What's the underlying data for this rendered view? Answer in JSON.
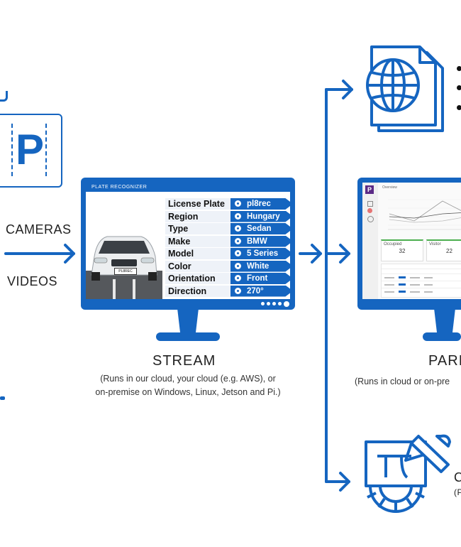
{
  "colors": {
    "accent": "#1565c0",
    "dark": "#1a1a1a"
  },
  "inputs": {
    "cameras_label": "CAMERAS",
    "videos_label": "VIDEOS",
    "parking_icon_letter": "P"
  },
  "stream": {
    "panel_header": "PLATE RECOGNIZER",
    "car_plate": "PL8REC",
    "attributes": [
      {
        "name": "License Plate",
        "value": "pl8rec"
      },
      {
        "name": "Region",
        "value": "Hungary"
      },
      {
        "name": "Type",
        "value": "Sedan"
      },
      {
        "name": "Make",
        "value": "BMW"
      },
      {
        "name": "Model",
        "value": "5 Series"
      },
      {
        "name": "Color",
        "value": "White"
      },
      {
        "name": "Orientation",
        "value": "Front"
      },
      {
        "name": "Direction",
        "value": "270°"
      }
    ],
    "title": "STREAM",
    "subtitle_line1": "(Runs in our cloud, your cloud (e.g. AWS), or",
    "subtitle_line2": "on-premise on Windows, Linux, Jetson and Pi.)"
  },
  "parkpow": {
    "logo_letter": "P",
    "overview_label": "Overview",
    "card1_label": "Occupied",
    "card1_value": "32",
    "card2_label": "Visitor",
    "card2_value": "22",
    "title_partial": "PARI",
    "subtitle_partial": "(Runs in cloud or on-pre"
  },
  "code": {
    "title_partial": "C",
    "subtitle_partial": "(P"
  }
}
